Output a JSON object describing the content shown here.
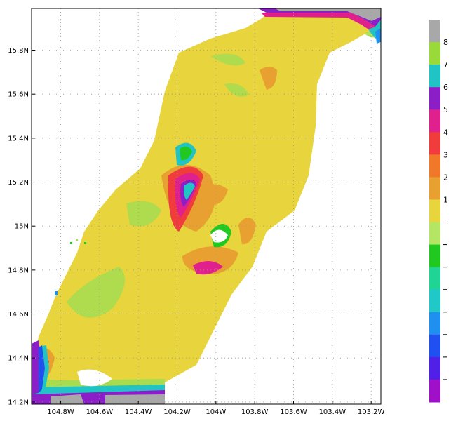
{
  "map": {
    "x_axis": {
      "ticks": [
        "104.8W",
        "104.6W",
        "104.4W",
        "104.2W",
        "104W",
        "103.8W",
        "103.6W",
        "103.4W",
        "103.2W"
      ],
      "lon_values": [
        -104.8,
        -104.6,
        -104.4,
        -104.2,
        -104.0,
        -103.8,
        -103.6,
        -103.4,
        -103.2
      ],
      "range": [
        -104.95,
        -103.15
      ]
    },
    "y_axis": {
      "ticks": [
        "14.2N",
        "14.4N",
        "14.6N",
        "14.8N",
        "15N",
        "15.2N",
        "15.4N",
        "15.6N",
        "15.8N"
      ],
      "lat_values": [
        14.2,
        14.4,
        14.6,
        14.8,
        15.0,
        15.2,
        15.4,
        15.6,
        15.8
      ],
      "range": [
        14.19,
        15.99
      ]
    },
    "grid": "dotted"
  },
  "colorbar": {
    "labels": [
      "8",
      "7",
      "6",
      "5",
      "4",
      "3",
      "2",
      "1"
    ],
    "colors": [
      "#a8a8a8",
      "#9ad93a",
      "#20c4c4",
      "#8c1ec8",
      "#e0208c",
      "#f03c3c",
      "#f07828",
      "#e8a030",
      "#e8d43c",
      "#b4e664",
      "#20c820",
      "#20d496",
      "#20c8c8",
      "#2090f0",
      "#2050f0",
      "#5020e8",
      "#a010c8"
    ]
  },
  "palette": {
    "land_gray": "#a8a8a8",
    "yellow": "#e8d43c",
    "light_green": "#a8dc50",
    "orange": "#e8a030",
    "red": "#f03c3c",
    "magenta": "#e0208c",
    "purple": "#8c1ec8",
    "cyan": "#20c4c4",
    "green": "#20c820",
    "blue": "#2050f0"
  }
}
